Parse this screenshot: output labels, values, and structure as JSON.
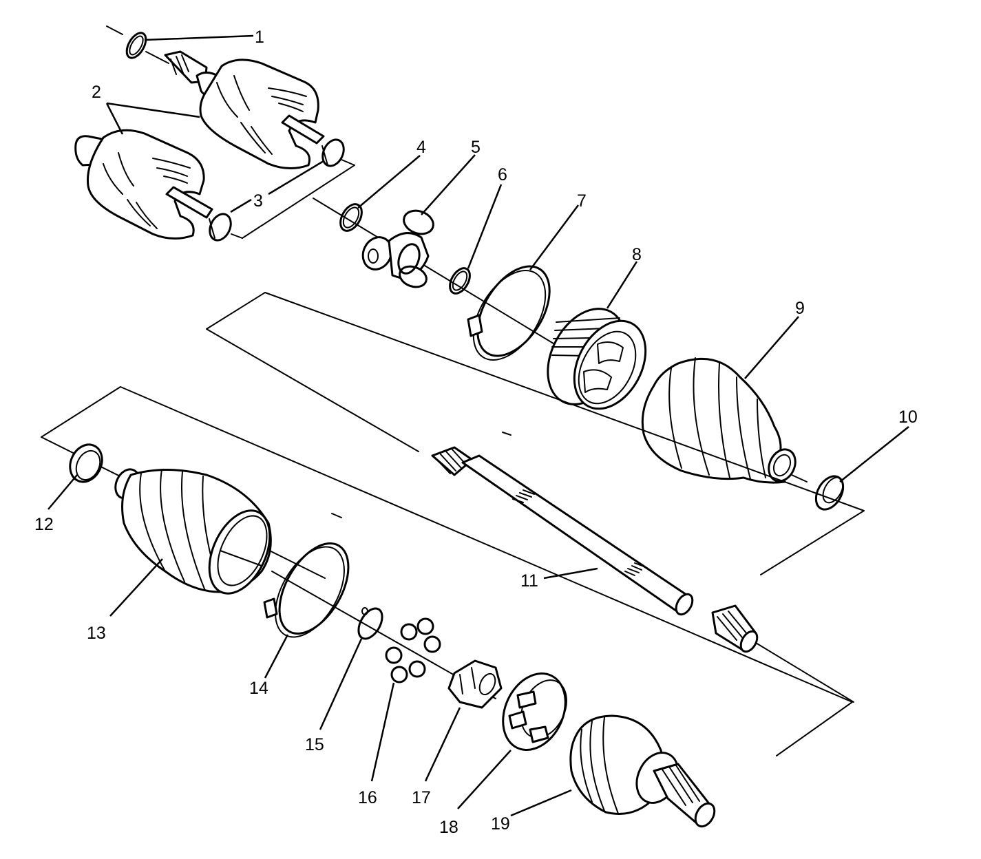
{
  "diagram": {
    "ink_color": "#000000",
    "background_color": "#ffffff",
    "callouts": [
      "1",
      "2",
      "3",
      "4",
      "5",
      "6",
      "7",
      "8",
      "9",
      "10",
      "11",
      "12",
      "13",
      "14",
      "15",
      "16",
      "17",
      "18",
      "19"
    ]
  }
}
